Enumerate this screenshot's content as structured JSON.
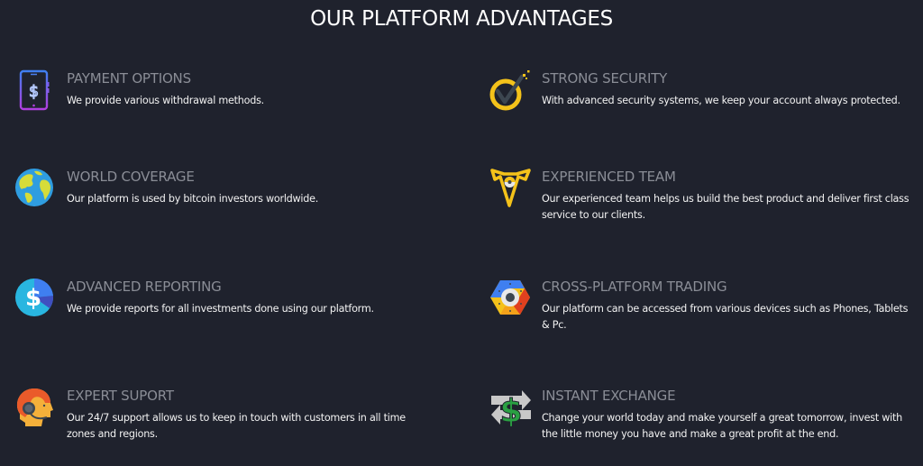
{
  "page": {
    "title": "OUR PLATFORM ADVANTAGES",
    "background_color": "#1f222d"
  },
  "features": [
    {
      "title": "PAYMENT OPTIONS",
      "description": "We provide various withdrawal methods.",
      "icon": "mobile-payment-icon"
    },
    {
      "title": "STRONG SECURITY",
      "description": "With advanced security systems, we keep your account always protected.",
      "icon": "security-check-icon"
    },
    {
      "title": "WORLD COVERAGE",
      "description": "Our platform is used by bitcoin investors worldwide.",
      "icon": "globe-icon"
    },
    {
      "title": "EXPERIENCED TEAM",
      "description": "Our experienced team helps us build the best product and deliver first class service to our clients.",
      "icon": "team-emblem-icon"
    },
    {
      "title": "ADVANCED REPORTING",
      "description": "We provide reports for all investments done using our platform.",
      "icon": "dollar-report-icon"
    },
    {
      "title": "CROSS-PLATFORM TRADING",
      "description": "Our platform can be accessed from various devices such as Phones, Tablets & Pc.",
      "icon": "hexagon-platform-icon"
    },
    {
      "title": "EXPERT SUPORT",
      "description": "Our 24/7 support allows us to keep in touch with customers in all time zones and regions.",
      "icon": "headset-support-icon"
    },
    {
      "title": "INSTANT EXCHANGE",
      "description": "Change your world today and make yourself a great tomorrow, invest with the little money you have and make a great profit at the end.",
      "icon": "exchange-arrows-dollar-icon"
    }
  ]
}
